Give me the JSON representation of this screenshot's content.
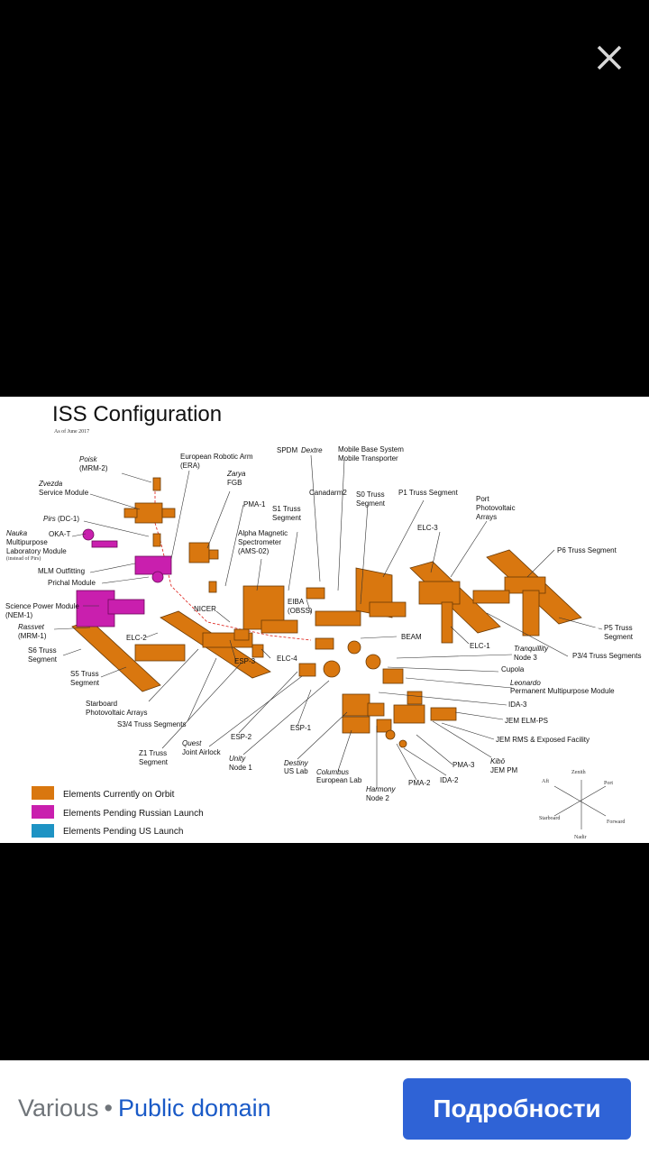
{
  "viewer": {
    "close_icon": "close-icon",
    "prev_icon": "chevron-left-icon",
    "next_icon": "chevron-right-icon"
  },
  "diagram": {
    "title": "ISS Configuration",
    "subtitle": "As of June 2017",
    "labels": {
      "poisk": "Poisk",
      "mrm2": "(MRM-2)",
      "era1": "European Robotic Arm",
      "era2": "(ERA)",
      "sdpm_a": "SPDM",
      "sdpm_b": "Dextre",
      "mbs1": "Mobile Base System",
      "mbs2": "Mobile Transporter",
      "zvezda": "Zvezda",
      "service": "Service Module",
      "zarya": "Zarya",
      "fgb": "FGB",
      "canadarm": "Canadarm2",
      "s0a": "S0 Truss",
      "s0b": "Segment",
      "p1": "P1 Truss Segment",
      "port1": "Port",
      "port2": "Photovoltaic",
      "port3": "Arrays",
      "pirs": "Pirs",
      "dc1": "(DC-1)",
      "pma1": "PMA-1",
      "s1a": "S1 Truss",
      "s1b": "Segment",
      "okat": "OKA-T",
      "nauka": "Nauka",
      "mlm1": "Multipurpose",
      "mlm2": "Laboratory Module",
      "mlm3": "(instead of Pirs)",
      "ams1": "Alpha Magnetic",
      "ams2": "Spectrometer",
      "ams3": "(AMS-02)",
      "elc3": "ELC-3",
      "p6": "P6 Truss Segment",
      "mlmout": "MLM Outfitting",
      "prichal": "Prichal Module",
      "spm1": "Science Power Module",
      "spm2": "(NEM-1)",
      "rassvet": "Rassvet",
      "mrm1": "(MRM-1)",
      "nicer": "NICER",
      "eiba1": "EIBA",
      "eiba2": "(OBSS)",
      "elc2": "ELC-2",
      "elc4": "ELC-4",
      "beam": "BEAM",
      "elc1": "ELC-1",
      "p5a": "P5 Truss",
      "p5b": "Segment",
      "s6a": "S6 Truss",
      "s6b": "Segment",
      "tranq": "Tranquillity",
      "node3": "Node 3",
      "p34": "P3/4 Truss Segments",
      "s5a": "S5 Truss",
      "s5b": "Segment",
      "esp3": "ESP-3",
      "cupola": "Cupola",
      "leonardo": "Leonardo",
      "pmm": "Permanent Multipurpose Module",
      "starb1": "Starboard",
      "starb2": "Photovoltaic Arrays",
      "ida3": "IDA-3",
      "s34": "S3/4 Truss Segments",
      "elmps": "JEM ELM-PS",
      "esp2": "ESP-2",
      "esp1": "ESP-1",
      "jemrms": "JEM RMS & Exposed Facility",
      "z1a": "Z1 Truss",
      "z1b": "Segment",
      "quest": "Quest",
      "airlock": "Joint Airlock",
      "unity": "Unity",
      "node1": "Node 1",
      "destiny": "Destiny",
      "uslab": "US Lab",
      "columbus": "Columbus",
      "eulab": "European Lab",
      "harmony": "Harmony",
      "node2": "Node 2",
      "pma2": "PMA-2",
      "ida2": "IDA-2",
      "pma3": "PMA-3",
      "kibo": "Kibō",
      "jempm": "JEM PM"
    },
    "compass": {
      "zenith": "Zenith",
      "aft": "Aft",
      "port": "Port",
      "starboard": "Starboard",
      "forward": "Forward",
      "nadir": "Nadir"
    },
    "legend": [
      {
        "label": "Elements Currently on Orbit",
        "color": "#d9770f"
      },
      {
        "label": "Elements Pending Russian Launch",
        "color": "#c91fae"
      },
      {
        "label": "Elements Pending US Launch",
        "color": "#1e93c4"
      }
    ]
  },
  "footer": {
    "author": "Various",
    "separator": "•",
    "license": "Public domain",
    "details_button": "Подробности"
  }
}
